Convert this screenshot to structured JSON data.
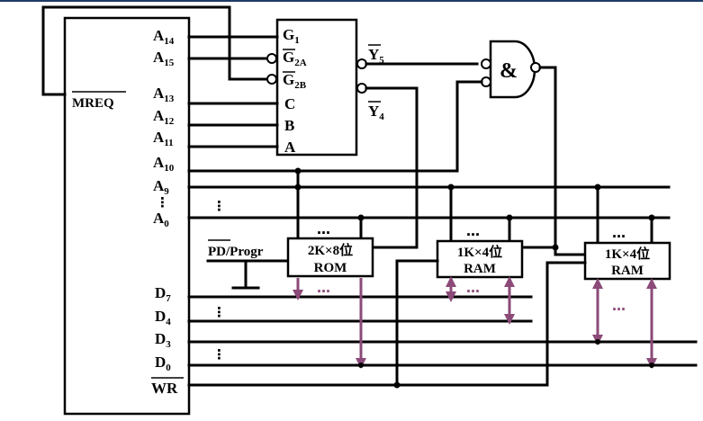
{
  "cpu": {
    "address_pins": [
      {
        "base": "A",
        "sub": "14"
      },
      {
        "base": "A",
        "sub": "15"
      },
      {
        "base": "A",
        "sub": "13"
      },
      {
        "base": "A",
        "sub": "12"
      },
      {
        "base": "A",
        "sub": "11"
      },
      {
        "base": "A",
        "sub": "10"
      },
      {
        "base": "A",
        "sub": "9"
      },
      {
        "base": "A",
        "sub": "0"
      }
    ],
    "data_pins": [
      {
        "base": "D",
        "sub": "7"
      },
      {
        "base": "D",
        "sub": "4"
      },
      {
        "base": "D",
        "sub": "3"
      },
      {
        "base": "D",
        "sub": "0"
      }
    ],
    "mreq": "MREQ",
    "wr": "WR"
  },
  "decoder": {
    "inputs": [
      {
        "base": "G",
        "sub": "1"
      },
      {
        "base": "G",
        "sub": "2A"
      },
      {
        "base": "G",
        "sub": "2B"
      },
      {
        "base": "C",
        "sub": ""
      },
      {
        "base": "B",
        "sub": ""
      },
      {
        "base": "A",
        "sub": ""
      }
    ],
    "outputs": [
      {
        "base": "Y",
        "sub": "5"
      },
      {
        "base": "Y",
        "sub": "4"
      }
    ]
  },
  "and_gate": {
    "symbol": "&"
  },
  "pd_label": "PD/Progr",
  "chips": [
    {
      "line1": "2K×8位",
      "line2": "ROM"
    },
    {
      "line1": "1K×4位",
      "line2": "RAM"
    },
    {
      "line1": "1K×4位",
      "line2": "RAM"
    }
  ],
  "ellipsis_h": "…",
  "ellipsis_v": "⋮"
}
